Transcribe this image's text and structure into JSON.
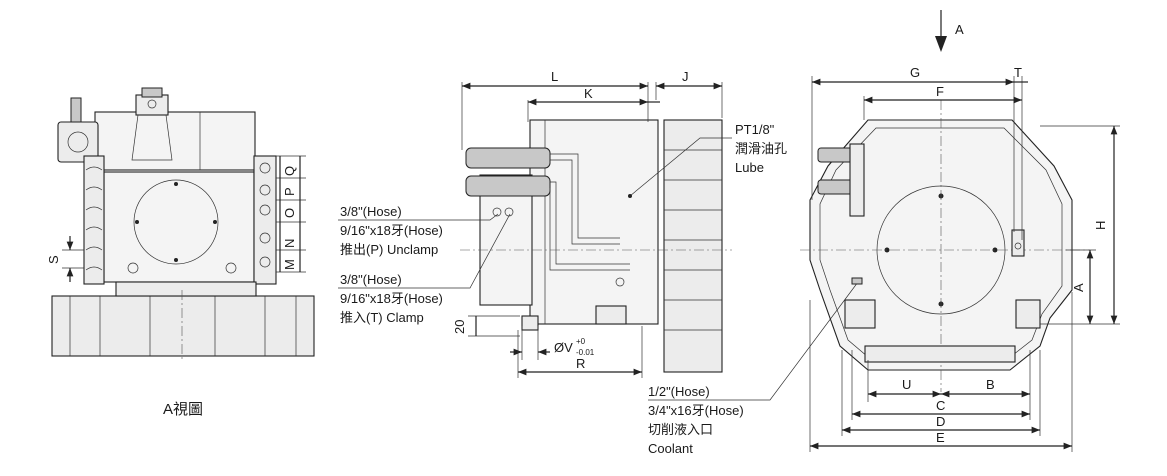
{
  "view_caption": "A視圖",
  "view_arrow_label": "A",
  "dims": {
    "L": "L",
    "K": "K",
    "J": "J",
    "G": "G",
    "T": "T",
    "F": "F",
    "H": "H",
    "A": "A",
    "U": "U",
    "B": "B",
    "C": "C",
    "D": "D",
    "E": "E",
    "R": "R",
    "S": "S",
    "M": "M",
    "N": "N",
    "O": "O",
    "P": "P",
    "Q": "Q",
    "twenty": "20",
    "phiV": "ØV",
    "tol_upper": "+0",
    "tol_lower": "-0.01"
  },
  "notes": {
    "lube_line1": "PT1/8\"",
    "lube_line2": "潤滑油孔",
    "lube_line3": "Lube",
    "unclamp_line1": "3/8\"(Hose)",
    "unclamp_line2": "9/16\"x18牙(Hose)",
    "unclamp_line3": "推出(P) Unclamp",
    "clamp_line1": "3/8\"(Hose)",
    "clamp_line2": "9/16\"x18牙(Hose)",
    "clamp_line3": "推入(T) Clamp",
    "coolant_line1": "1/2\"(Hose)",
    "coolant_line2": "3/4\"x16牙(Hose)",
    "coolant_line3": "切削液入口",
    "coolant_line4": "Coolant"
  },
  "colors": {
    "line": "#222222",
    "fill": "#ececec"
  }
}
